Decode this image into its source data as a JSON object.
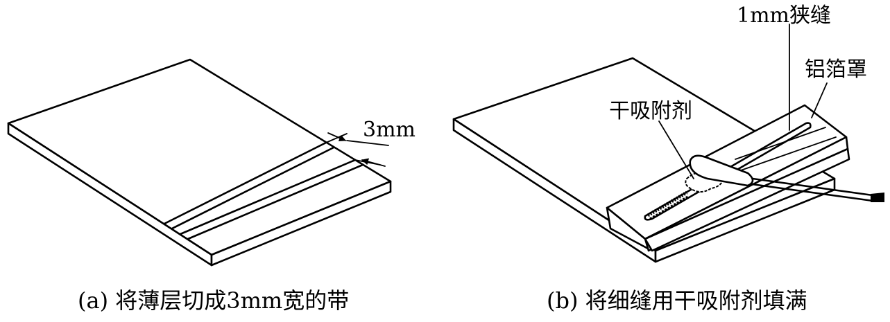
{
  "panel_a": {
    "dimension_label": "3mm",
    "caption": "(a)  将薄层切成3mm宽的带"
  },
  "panel_b": {
    "label_slit": "1mm狭缝",
    "label_foil": "铝箔罩",
    "label_desiccant": "干吸附剂",
    "caption": "(b)  将细缝用干吸附剂填满"
  }
}
